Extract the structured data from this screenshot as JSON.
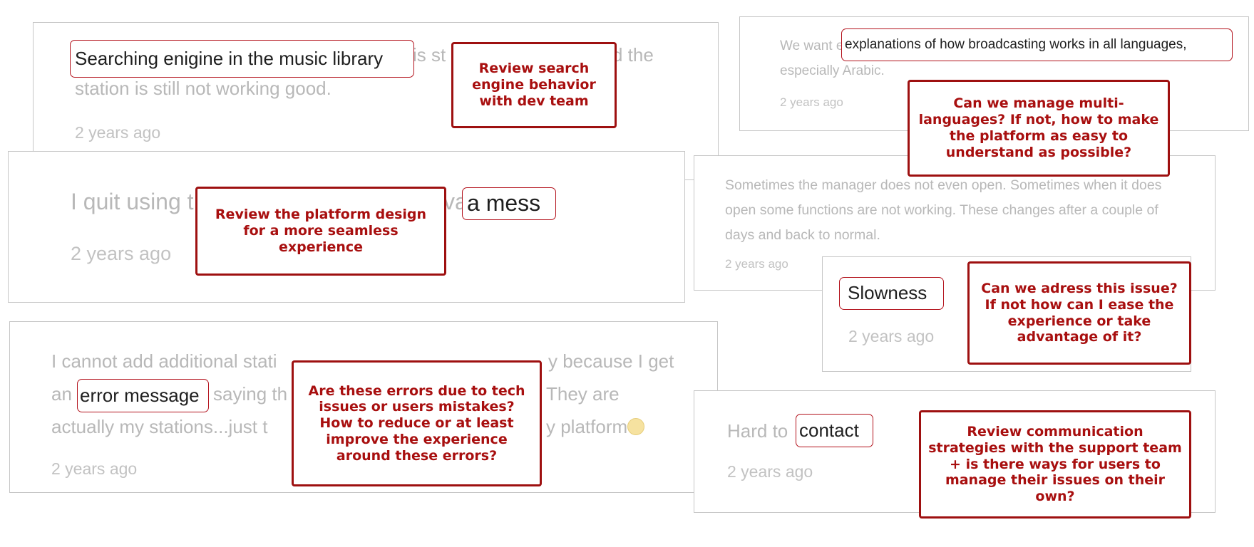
{
  "cards": {
    "search": {
      "highlight": "Searching enigine in the music library",
      "text_right": "is st",
      "text_right_end": "d the",
      "line2": "station is still not working good.",
      "time": "2 years ago",
      "note": "Review search engine behavior with dev team"
    },
    "languages": {
      "text_prefix": "We want e",
      "highlight": "explanations of how broadcasting works in all languages,",
      "line2": "especially Arabic.",
      "time": "2 years ago",
      "note": "Can we manage multi-languages? If not, how to make the platform as easy to understand as possible?"
    },
    "mess": {
      "text_prefix": "I quit using t",
      "text_mid": "va",
      "highlight": "a mess",
      "time": "2 years ago",
      "note": "Review the platform design for a more seamless experience"
    },
    "manager": {
      "line1": "Sometimes the manager does not even open. Sometimes when it does",
      "line2": "open some functions are not working. These changes after a couple of",
      "line3": "days and back to normal.",
      "time": "2 years ago"
    },
    "slowness": {
      "highlight": "Slowness",
      "time": "2 years ago",
      "note": "Can we adress this issue? If not how can I ease the experience or take advantage of it?"
    },
    "error": {
      "line1_a": "I cannot add additional stati",
      "line1_b": "y because I get",
      "line2_prefix": "an",
      "highlight": "error message",
      "line2_a": "saying th",
      "line2_b": "They are",
      "line3_a": "actually my stations...just t",
      "line3_b": "y platform",
      "emoji_icon": "slightly-frowning-face",
      "time": "2 years ago",
      "note": "Are these errors due to tech issues or users mistakes? How to reduce or at least improve the experience around these errors?"
    },
    "contact": {
      "text_prefix": "Hard to",
      "highlight": "contact",
      "time": "2 years ago",
      "note": "Review communication strategies with the support team + is there ways for users to manage their issues on their own?"
    }
  },
  "colors": {
    "accent": "#9e1010",
    "highlight_border": "#b3121c",
    "muted_text": "#b8b8b8",
    "card_border": "#c6c6c6"
  }
}
